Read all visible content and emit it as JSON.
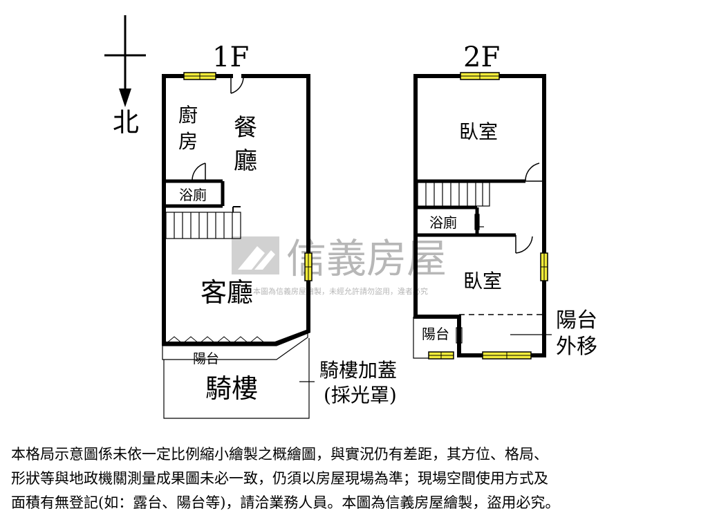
{
  "compass": {
    "north_label": "北"
  },
  "floor1": {
    "title": "1F",
    "rooms": {
      "kitchen_line1": "廚",
      "kitchen_line2": "房",
      "dining_line1": "餐",
      "dining_line2": "廳",
      "bathroom": "浴廁",
      "living": "客廳",
      "balcony": "陽台",
      "arcade": "騎樓"
    },
    "annotation_line1": "騎樓加蓋",
    "annotation_line2": "(採光罩)"
  },
  "floor2": {
    "title": "2F",
    "rooms": {
      "bedroom_top": "臥室",
      "bathroom": "浴廁",
      "bedroom_bottom": "臥室",
      "balcony": "陽台"
    },
    "annotation_line1": "陽台",
    "annotation_line2": "外移"
  },
  "watermark": {
    "brand": "信義房屋",
    "notice": "本圖為信義房屋繪製，未經允許請勿盜用，違者必究"
  },
  "colors": {
    "wall": "#000000",
    "window_fill": "#f2ec3a",
    "watermark": "#b7b7b7"
  },
  "disclaimer": {
    "line1": "本格局示意圖係未依一定比例縮小繪製之概繪圖，與實況仍有差距，其方位、格局、",
    "line2": "形狀等與地政機關測量成果圖未必一致，仍須以房屋現場為準；現場空間使用方式及",
    "line3": "面積有無登記(如：露台、陽台等)，請洽業務人員。本圖為信義房屋繪製，盜用必究。"
  }
}
